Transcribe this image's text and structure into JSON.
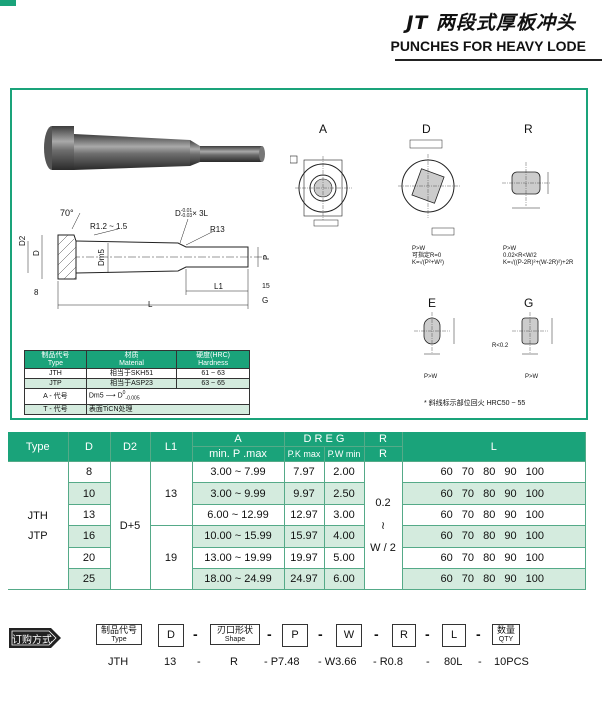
{
  "header": {
    "title_cn": "JT 两段式厚板冲头",
    "title_en": "PUNCHES FOR HEAVY LODE"
  },
  "drawing": {
    "dims": {
      "angle": "70°",
      "r": "R1.2 ~ 1.5",
      "d_tol": "D",
      "d_tol_sup": "-0.01",
      "d_tol_sub": "-0.03",
      "x3": "× 3L",
      "r13": "R13",
      "d2": "D2",
      "d": "D",
      "dm5": "Dm5",
      "p": "P",
      "l1": "L1",
      "l": "L",
      "eight": "8",
      "g": "G",
      "a15": "15"
    },
    "views": {
      "a": "A",
      "d": "D",
      "r": "R",
      "e": "E",
      "g": "G"
    },
    "notes": {
      "d_pw": "P>W",
      "d_r0": "可指定R=0",
      "d_k": "K=√(P²+W²)",
      "r_pw": "P>W",
      "r_cond": "0.02<R<W/2",
      "r_k": "K=√((P-2R)²+(W-2R)²)+2R",
      "e_pw": "P>W",
      "g_pw": "P>W",
      "g_r": "R<0.2",
      "hrc": "* 斜线标示部位回火 HRC50 ~ 55"
    }
  },
  "material_table": {
    "headers": [
      {
        "cn": "制品代号",
        "en": "Type"
      },
      {
        "cn": "材质",
        "en": "Material"
      },
      {
        "cn": "硬度(HRC)",
        "en": "Hardness"
      }
    ],
    "rows": [
      [
        "JTH",
        "相当于SKH51",
        "61 ~ 63"
      ],
      [
        "JTP",
        "相当于ASP23",
        "63 ~ 65"
      ]
    ],
    "a_code": {
      "label": "A - 代号",
      "from": "Dm5",
      "to": "D",
      "to_sup": "0",
      "to_sub": "-0.005"
    },
    "t_code": {
      "label": "T - 代号",
      "value": "表面TiCN处理"
    }
  },
  "spec_table": {
    "headers": {
      "type": "Type",
      "d": "D",
      "d2": "D2",
      "l1": "L1",
      "a": "A",
      "a_sub": "min. P .max",
      "dreg": "D  R  E  G",
      "pk": "P.K max",
      "pw": "P.W min",
      "r": "R",
      "r_sub": "R",
      "l": "L"
    },
    "type_values": [
      "JTH",
      "JTP"
    ],
    "d2_value": "D+5",
    "l1_values": [
      "13",
      "19"
    ],
    "r_values": [
      "0.2",
      "≀",
      "W / 2"
    ],
    "rows": [
      {
        "d": "8",
        "a": "3.00 ~ 7.99",
        "pk": "7.97",
        "pw": "2.00",
        "l": "60  70  80  90  100"
      },
      {
        "d": "10",
        "a": "3.00 ~ 9.99",
        "pk": "9.97",
        "pw": "2.50",
        "l": "60  70  80  90  100"
      },
      {
        "d": "13",
        "a": "6.00 ~ 12.99",
        "pk": "12.97",
        "pw": "3.00",
        "l": "60  70  80  90  100"
      },
      {
        "d": "16",
        "a": "10.00 ~ 15.99",
        "pk": "15.97",
        "pw": "4.00",
        "l": "60  70  80  90  100"
      },
      {
        "d": "20",
        "a": "13.00 ~ 19.99",
        "pk": "19.97",
        "pw": "5.00",
        "l": "60  70  80  90  100"
      },
      {
        "d": "25",
        "a": "18.00 ~ 24.99",
        "pk": "24.97",
        "pw": "6.00",
        "l": "60  70  80  90  100"
      }
    ]
  },
  "order": {
    "badge": "订购方式",
    "fields": [
      {
        "cn": "制品代号",
        "en": "Type"
      },
      {
        "cn": "D",
        "en": ""
      },
      {
        "cn": "刃口形状",
        "en": "Shape"
      },
      {
        "cn": "P",
        "en": ""
      },
      {
        "cn": "W",
        "en": ""
      },
      {
        "cn": "R",
        "en": ""
      },
      {
        "cn": "L",
        "en": ""
      },
      {
        "cn": "数量",
        "en": "QTY"
      }
    ],
    "dash": "-",
    "example": [
      "JTH",
      "13",
      "-",
      "R",
      "- P7.48",
      "- W3.66",
      "- R0.8",
      "-",
      "80L",
      "-",
      "10PCS"
    ]
  },
  "colors": {
    "accent": "#1aa37a",
    "row_alt": "#d4ebde"
  }
}
